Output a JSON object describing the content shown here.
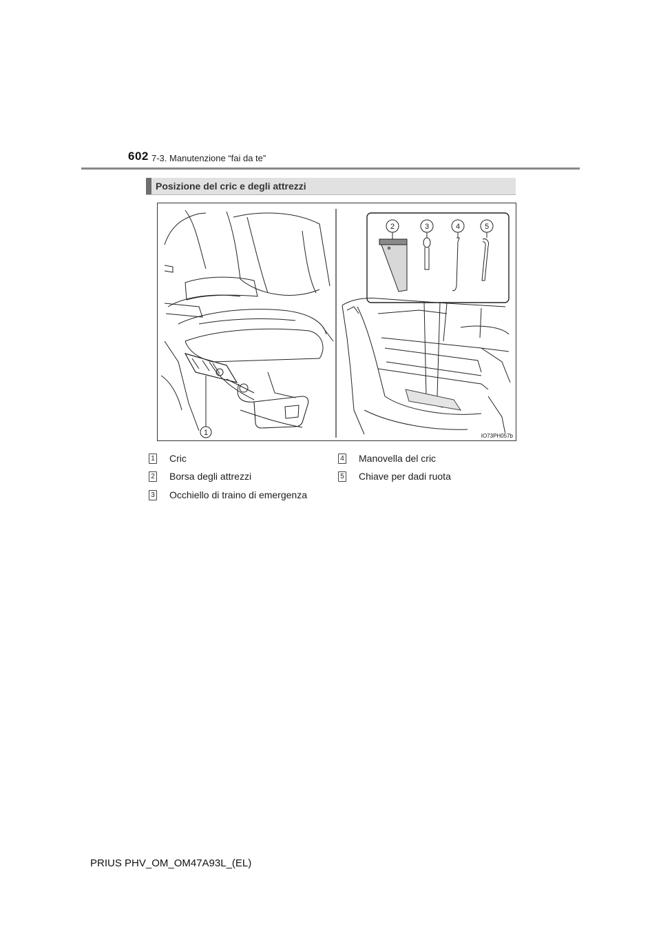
{
  "header": {
    "page_number": "602",
    "section": "7-3. Manutenzione “fai da te”"
  },
  "heading": "Posizione del cric e degli attrezzi",
  "figure": {
    "id_label": "IO73PH057b",
    "callouts": [
      "1",
      "2",
      "3",
      "4",
      "5"
    ]
  },
  "legend": [
    {
      "num": "1",
      "label": "Cric"
    },
    {
      "num": "2",
      "label": "Borsa degli attrezzi"
    },
    {
      "num": "3",
      "label": "Occhiello di traino di emergenza"
    },
    {
      "num": "4",
      "label": "Manovella del cric"
    },
    {
      "num": "5",
      "label": "Chiave per dadi ruota"
    }
  ],
  "footer": "PRIUS PHV_OM_OM47A93L_(EL)"
}
